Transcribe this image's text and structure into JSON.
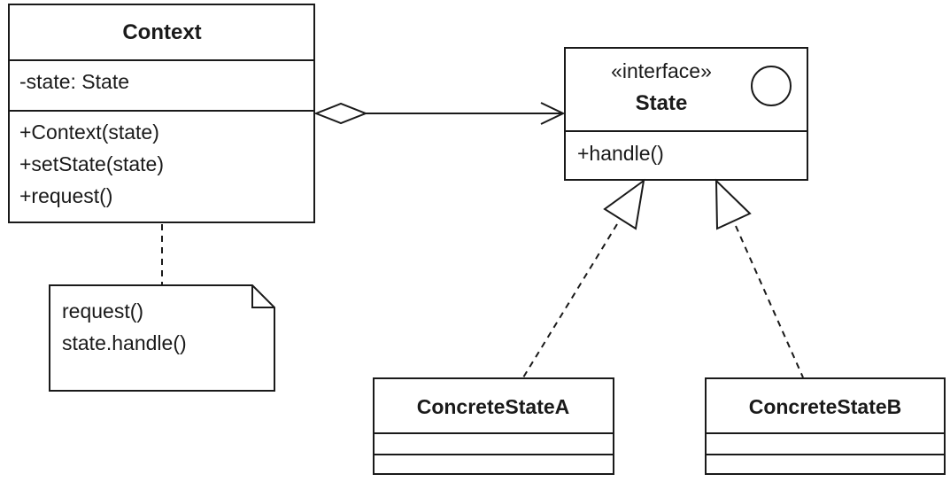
{
  "diagram": {
    "type": "UML class diagram",
    "pattern": "State",
    "classes": {
      "context": {
        "name": "Context",
        "attributes": [
          "-state: State"
        ],
        "operations": [
          "+Context(state)",
          "+setState(state)",
          "+request()"
        ]
      },
      "state": {
        "stereotype": "«interface»",
        "name": "State",
        "icon": "interface-circle-icon",
        "operations": [
          "+handle()"
        ]
      },
      "concrete_a": {
        "name": "ConcreteStateA",
        "attributes": [],
        "operations": []
      },
      "concrete_b": {
        "name": "ConcreteStateB",
        "attributes": [],
        "operations": []
      }
    },
    "note": {
      "lines": [
        "request()",
        "state.handle()"
      ],
      "attached_to": "Context.request()"
    },
    "relationships": [
      {
        "type": "aggregation",
        "from": "Context",
        "to": "State",
        "arrow": "open-arrow"
      },
      {
        "type": "realization",
        "from": "ConcreteStateA",
        "to": "State"
      },
      {
        "type": "realization",
        "from": "ConcreteStateB",
        "to": "State"
      }
    ],
    "colors": {
      "stroke": "#1a1a1a",
      "fill": "#ffffff",
      "text": "#1a1a1a"
    }
  }
}
